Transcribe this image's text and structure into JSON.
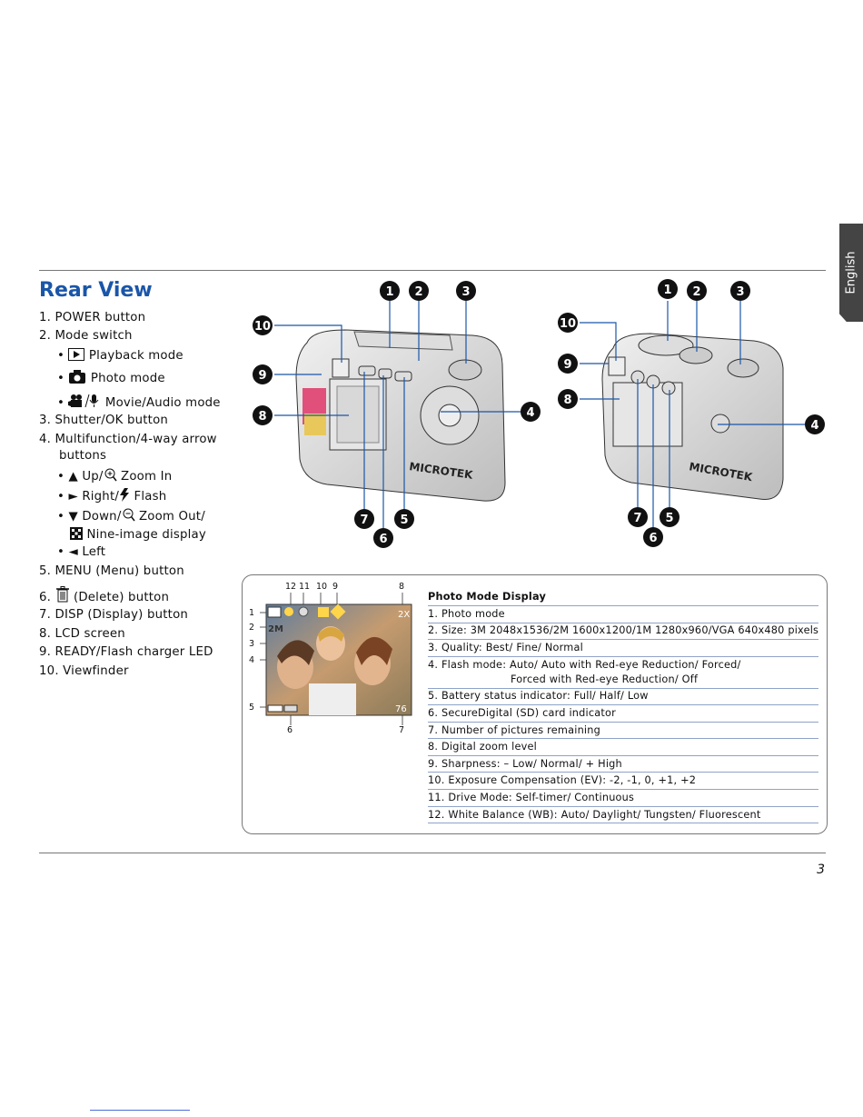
{
  "language_tab": "English",
  "title": "Rear View",
  "items": [
    {
      "label": "1. POWER button"
    },
    {
      "label": "2. Mode switch"
    },
    {
      "label": "Playback mode"
    },
    {
      "label": "Photo mode"
    },
    {
      "label": "Movie/Audio mode"
    },
    {
      "label": "3. Shutter/OK button"
    },
    {
      "label": "4. Multifunction/4-way arrow"
    },
    {
      "label": "buttons"
    },
    {
      "label": "Zoom In",
      "prefix": "▲ Up/"
    },
    {
      "label": "Flash",
      "prefix": "► Right/"
    },
    {
      "label": "Zoom Out/",
      "prefix": "▼ Down/"
    },
    {
      "label": "Nine-image display"
    },
    {
      "label": "◄ Left"
    },
    {
      "label": "5. MENU (Menu) button"
    },
    {
      "label": "(Delete) button",
      "prefix": "6."
    },
    {
      "label": "7. DISP (Display) button"
    },
    {
      "label": "8. LCD screen"
    },
    {
      "label": "9. READY/Flash charger LED"
    },
    {
      "label": "10. Viewfinder"
    }
  ],
  "camera_callouts": [
    "1",
    "2",
    "3",
    "4",
    "5",
    "6",
    "7",
    "8",
    "9",
    "10"
  ],
  "camera_brand": "MICROTEK",
  "lcd": {
    "top_markers": [
      "12",
      "11",
      "10",
      "9",
      "8"
    ],
    "left_markers": [
      "1",
      "2",
      "3",
      "4",
      "5"
    ],
    "bottom_markers": [
      "6",
      "7"
    ],
    "zoom": "2X",
    "size": "2M",
    "remaining": "76"
  },
  "photo_mode_display": {
    "heading": "Photo Mode Display",
    "rows": [
      "1. Photo mode",
      "2. Size: 3M 2048x1536/2M 1600x1200/1M 1280x960/VGA 640x480 pixels",
      "3. Quality:  Best/  Fine/  Normal",
      "4. Flash mode:  Auto/  Auto with Red-eye Reduction/  Forced/",
      "Forced with Red-eye Reduction/  Off",
      "5. Battery status indicator:  Full/  Half/  Low",
      "6. SecureDigital (SD) card indicator",
      "7. Number of pictures remaining",
      "8. Digital zoom level",
      "9. Sharpness:  – Low/  Normal/  + High",
      "10. Exposure Compensation (EV): -2, -1, 0, +1, +2",
      "11. Drive Mode:  Self-timer/  Continuous",
      "12. White Balance (WB):  Auto/  Daylight/  Tungsten/  Fluorescent"
    ]
  },
  "page_number": "3"
}
